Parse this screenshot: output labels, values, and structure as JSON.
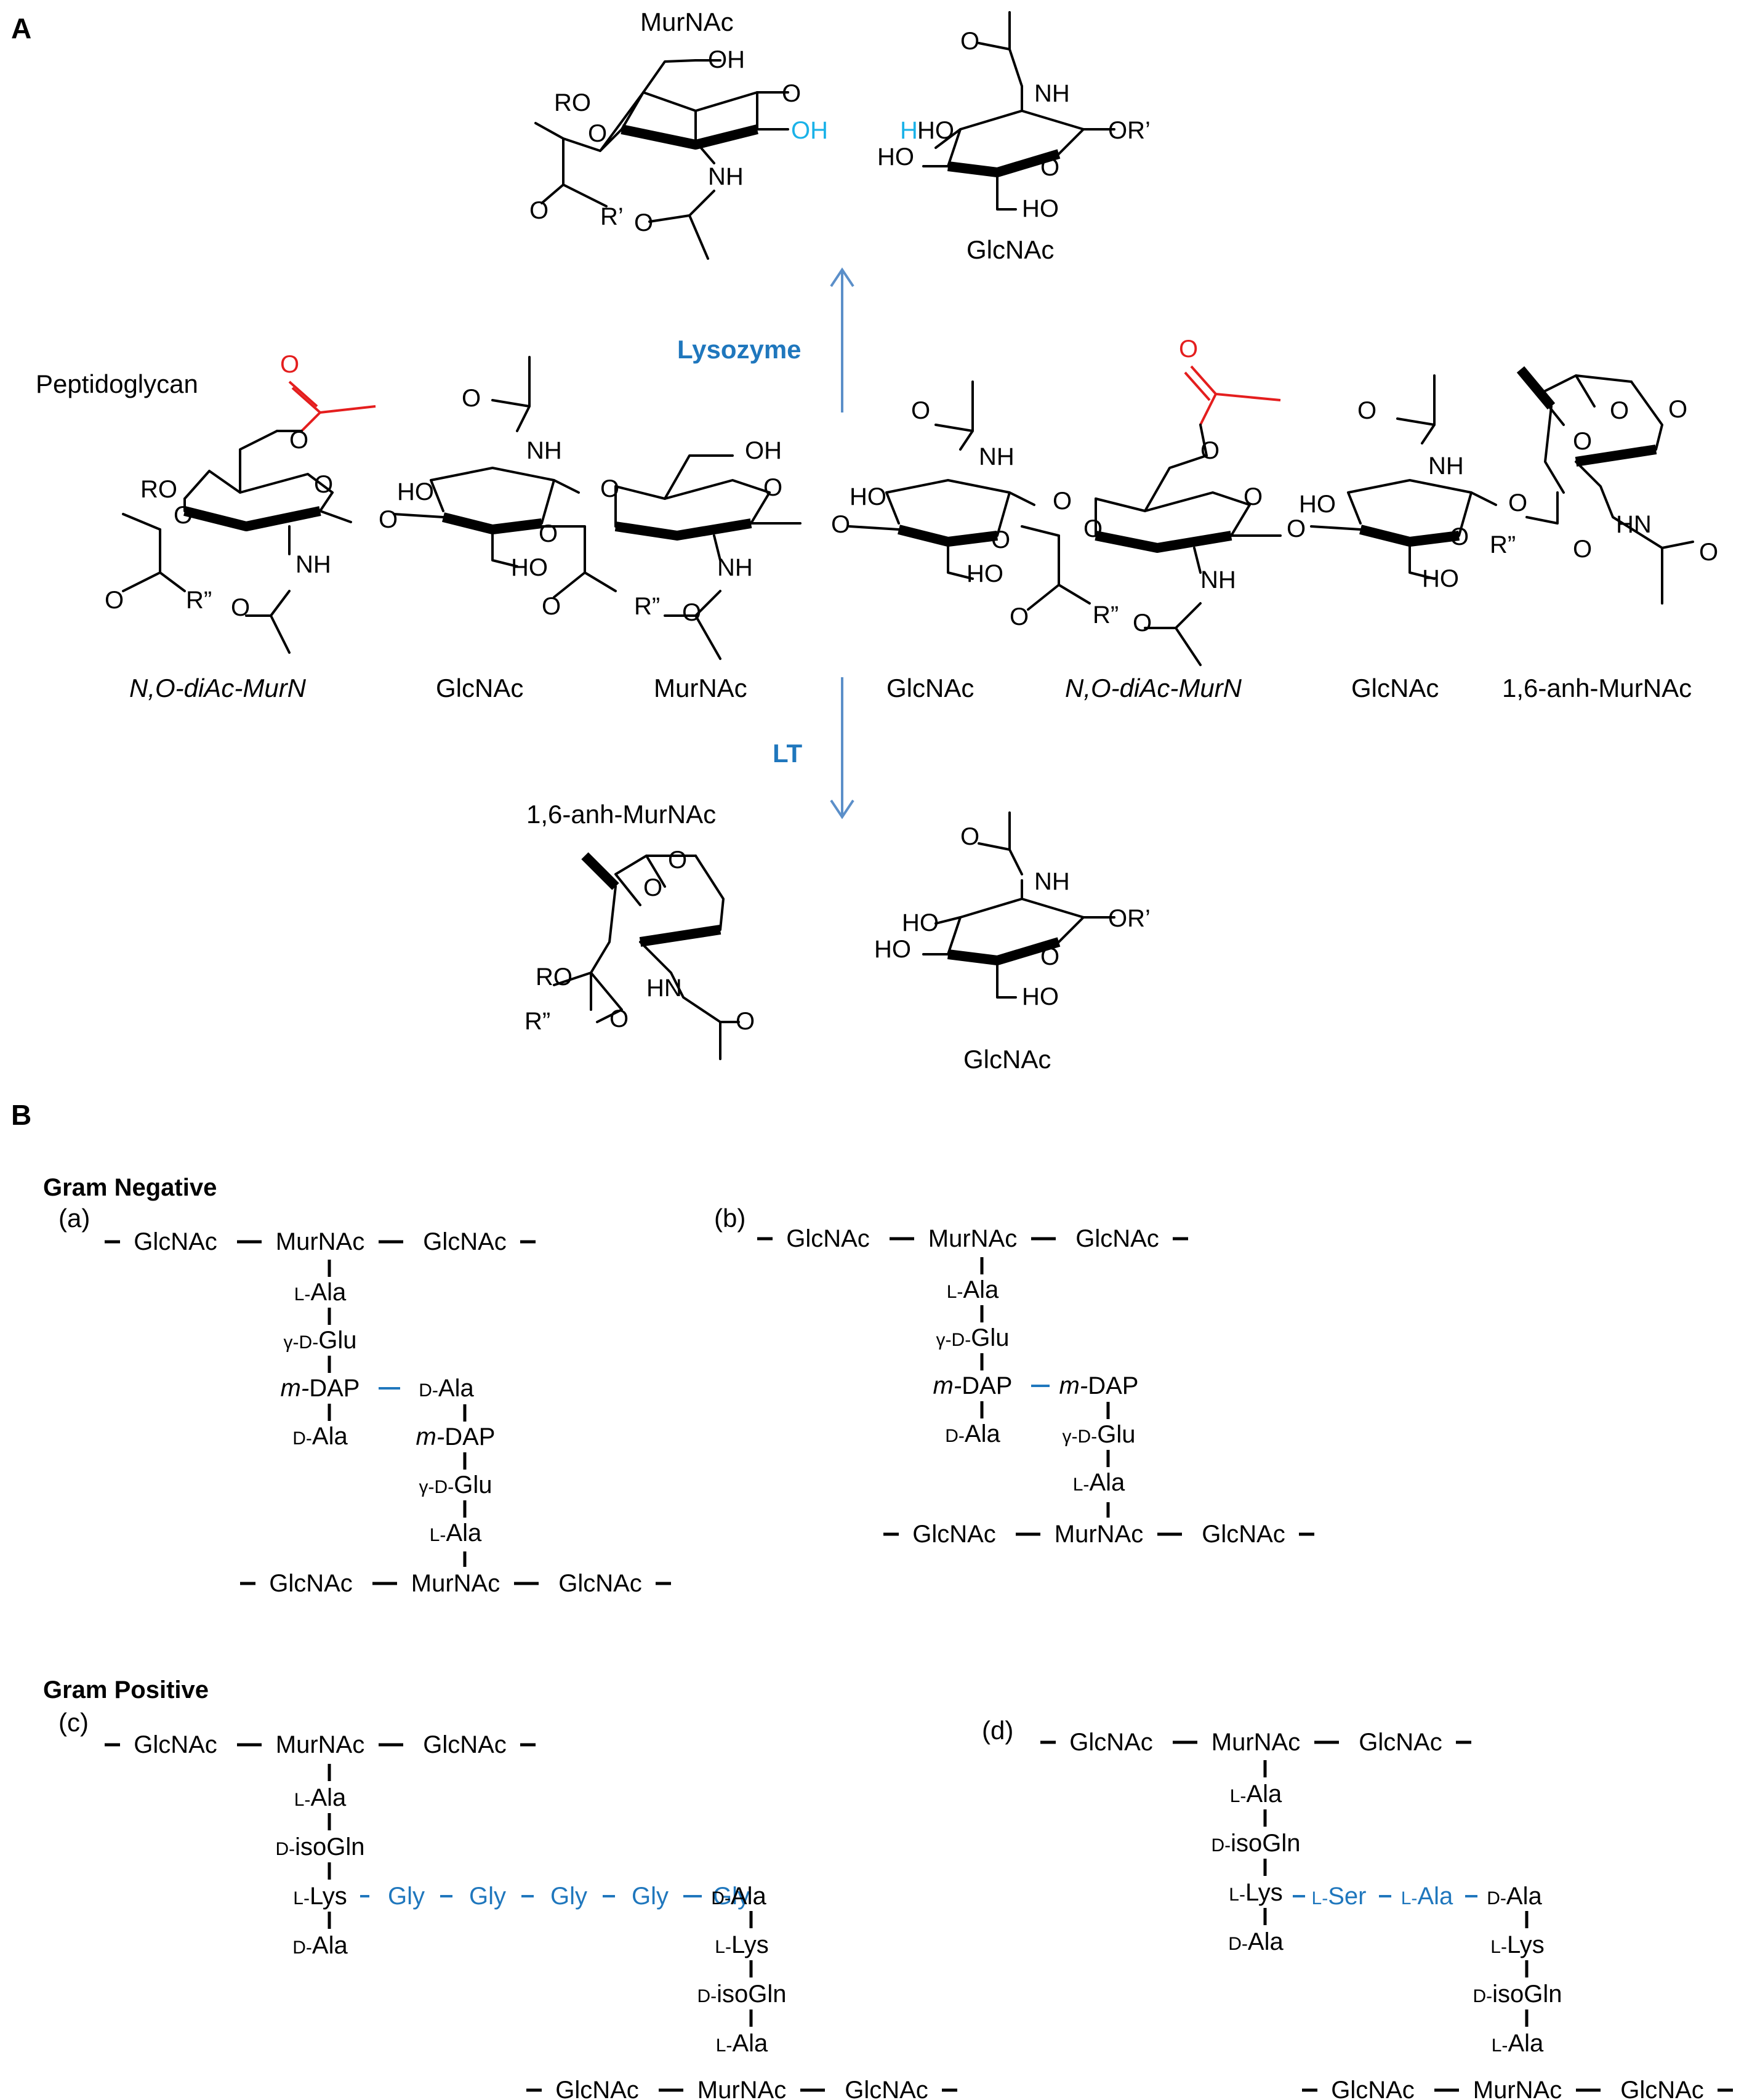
{
  "panel_a": {
    "label": "A",
    "peptidoglycan_label": "Peptidoglycan",
    "enzyme_top": "Lysozyme",
    "enzyme_bottom": "LT",
    "chain_names": [
      "N,O-diAc-MurN",
      "GlcNAc",
      "MurNAc",
      "GlcNAc",
      "N,O-diAc-MurN",
      "GlcNAc",
      "1,6-anh-MurNAc"
    ],
    "top_products": {
      "left": "MurNAc",
      "right": "GlcNAc"
    },
    "bottom_products": {
      "left": "1,6-anh-MurNAc",
      "right": "GlcNAc"
    },
    "atoms": {
      "O": "O",
      "OH": "OH",
      "NH": "NH",
      "HN": "HN",
      "HO": "HO",
      "H": "H",
      "RO": "RO",
      "R1": "R’",
      "R2": "R”",
      "OR1": "OR’"
    }
  },
  "panel_b": {
    "label": "B",
    "gram_negative": "Gram Negative",
    "gram_positive": "Gram Positive",
    "sub_labels": [
      "(a)",
      "(b)",
      "(c)",
      "(d)"
    ],
    "sugar": {
      "glcnac": "GlcNAc",
      "murnac": "MurNAc"
    },
    "residues": {
      "l_ala": "Ala",
      "gamma_d_glu": "Glu",
      "m_dap": "DAP",
      "d_ala": "Ala",
      "d_isogln": "isoGln",
      "l_lys": "Lys",
      "gly": "Gly",
      "l_ser": "Ser",
      "prefix_l": "L-",
      "prefix_d": "D-",
      "prefix_gamma_d": "γ-D-",
      "prefix_m": "m-"
    }
  },
  "colors": {
    "accent_blue": "#1f77bd",
    "acetyl_red": "#e41e1e",
    "hydroxyl_cyan": "#1ab2e8",
    "arrow": "#5b8fc9"
  }
}
